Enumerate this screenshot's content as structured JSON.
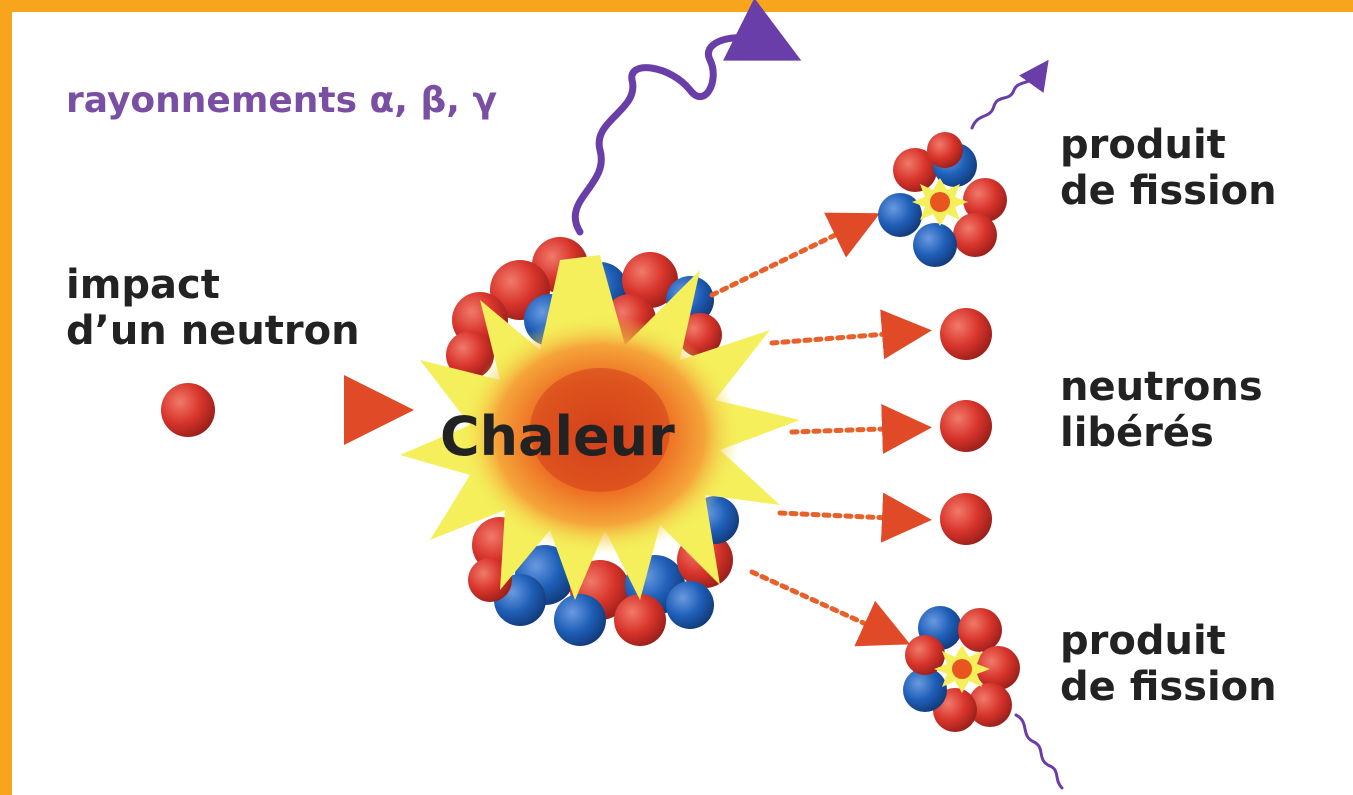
{
  "labels": {
    "radiation": "rayonnements α, β, γ",
    "impact_line1": "impact",
    "impact_line2": "d’un neutron",
    "heat": "Chaleur",
    "fission_top_line1": "produit",
    "fission_top_line2": "de fission",
    "neutrons_line1": "neutrons",
    "neutrons_line2": "libérés",
    "fission_bottom_line1": "produit",
    "fission_bottom_line2": "de fission"
  },
  "colors": {
    "frame": "#f7a51c",
    "proton": "#d9352c",
    "neutron_particle": "#1f5fb8",
    "burst": "#f4ef5a",
    "core": "#e8551e",
    "arrow": "#e8602a",
    "radiation": "#6a3ea8",
    "text": "#222222"
  },
  "icons": {
    "incoming_neutron": "neutron-sphere",
    "nucleus": "split-nucleus",
    "heat_burst": "explosion-burst",
    "fission_product": "fission-fragment",
    "gamma_ray": "wavy-arrow"
  }
}
